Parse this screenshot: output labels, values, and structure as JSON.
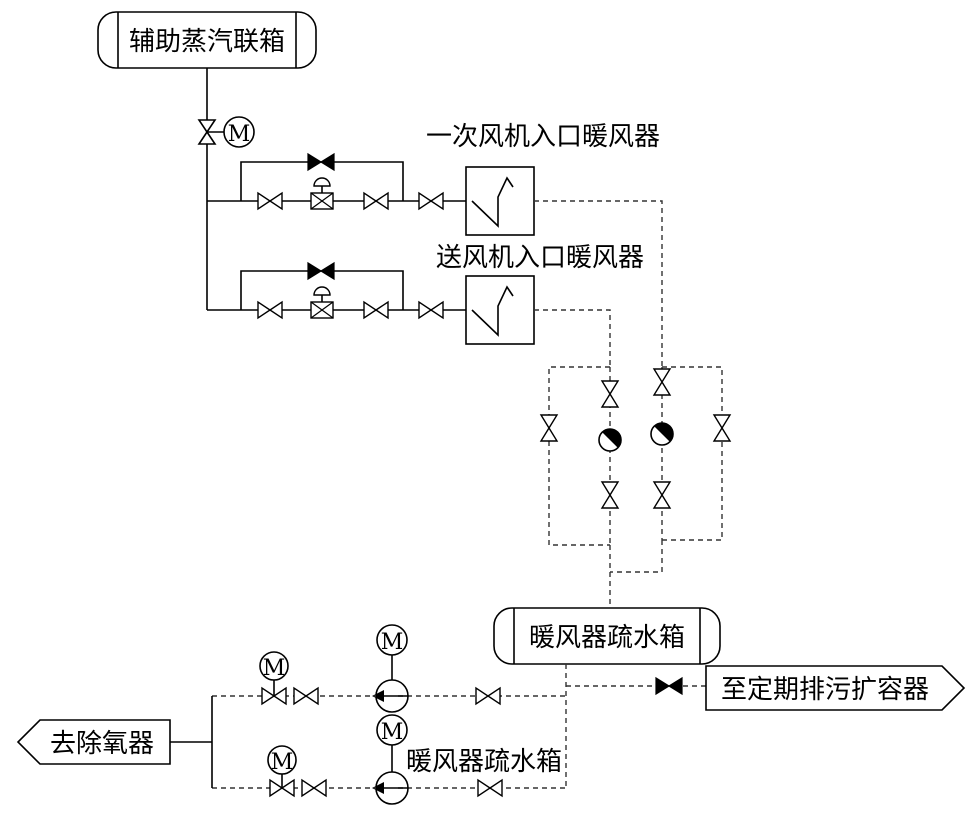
{
  "labels": {
    "aux_steam_header": "辅助蒸汽联箱",
    "primary_fan_heater": "一次风机入口暖风器",
    "forced_fan_heater": "送风机入口暖风器",
    "drain_tank": "暖风器疏水箱",
    "to_flash_tank": "至定期排污扩容器",
    "to_deaerator": "去除氧器",
    "drain_pump": "暖风器疏水箱",
    "motor": "M"
  }
}
